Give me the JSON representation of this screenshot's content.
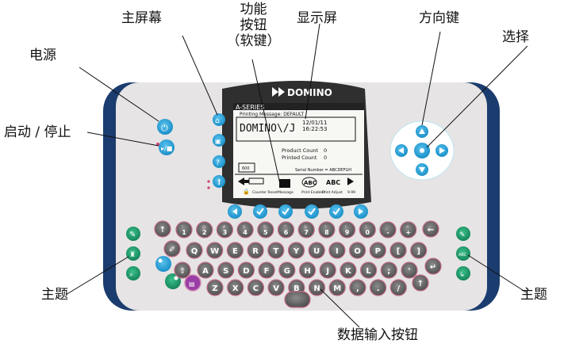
{
  "callouts": {
    "power": "电源",
    "home_screen": "主屏幕",
    "soft_keys_line1": "功能",
    "soft_keys_line2": "按钮",
    "soft_keys_line3": "（软键）",
    "display": "显示屏",
    "direction_keys": "方向键",
    "select": "选择",
    "start_stop": "启动 / 停止",
    "theme_left": "主题",
    "theme_right": "主题",
    "data_entry": "数据输入按钮"
  },
  "brand": {
    "name": "DOMINO"
  },
  "screen": {
    "title": "A-SERIES",
    "message_line": "Printing Message: DEFAULT",
    "message_text": "DOMINO\\/J",
    "date": "12/01/11",
    "time": "16:22:53",
    "product_count_label": "Product Count",
    "product_count_value": "0",
    "printed_count_label": "Printed Count",
    "printed_count_value": "0",
    "ink_level": "600",
    "serial": "Serial Number = ABCDEFGH",
    "soft_labels": [
      "Counter Reset",
      "Message",
      "Print Enabled",
      "Print Adjust"
    ],
    "abc": "ABC",
    "abc2": "ABC",
    "pad_number": "9.99"
  },
  "keyboard": {
    "row1": [
      {
        "main": "1",
        "sup": "!"
      },
      {
        "main": "2",
        "sup": "@"
      },
      {
        "main": "3",
        "sup": "#"
      },
      {
        "main": "4",
        "sup": "$"
      },
      {
        "main": "5",
        "sup": "%"
      },
      {
        "main": "6",
        "sup": "^"
      },
      {
        "main": "7",
        "sup": "&"
      },
      {
        "main": "8",
        "sup": "*"
      },
      {
        "main": "9",
        "sup": "("
      },
      {
        "main": "0",
        "sup": ")"
      },
      {
        "main": "-",
        "sup": "_"
      },
      {
        "main": "+",
        "sup": "="
      }
    ],
    "row2": [
      "Q",
      "W",
      "E",
      "R",
      "T",
      "Y",
      "U",
      "I",
      "O",
      "P",
      "[",
      "]"
    ],
    "row3": [
      "A",
      "S",
      "D",
      "F",
      "G",
      "H",
      "J",
      "K",
      "L",
      ";",
      "'"
    ],
    "row4": [
      "Z",
      "X",
      "C",
      "V",
      "B",
      "N",
      "M",
      ",",
      ".",
      "/"
    ]
  },
  "colors": {
    "panel": "#e6e4e4",
    "panel_side": "#1b3c6e",
    "blue_button": "#29a6e1",
    "green_button": "#1d9b6c",
    "purple_button": "#9a3da6",
    "key_face": "#6a6a6a",
    "key_ring": "#c46b86"
  }
}
